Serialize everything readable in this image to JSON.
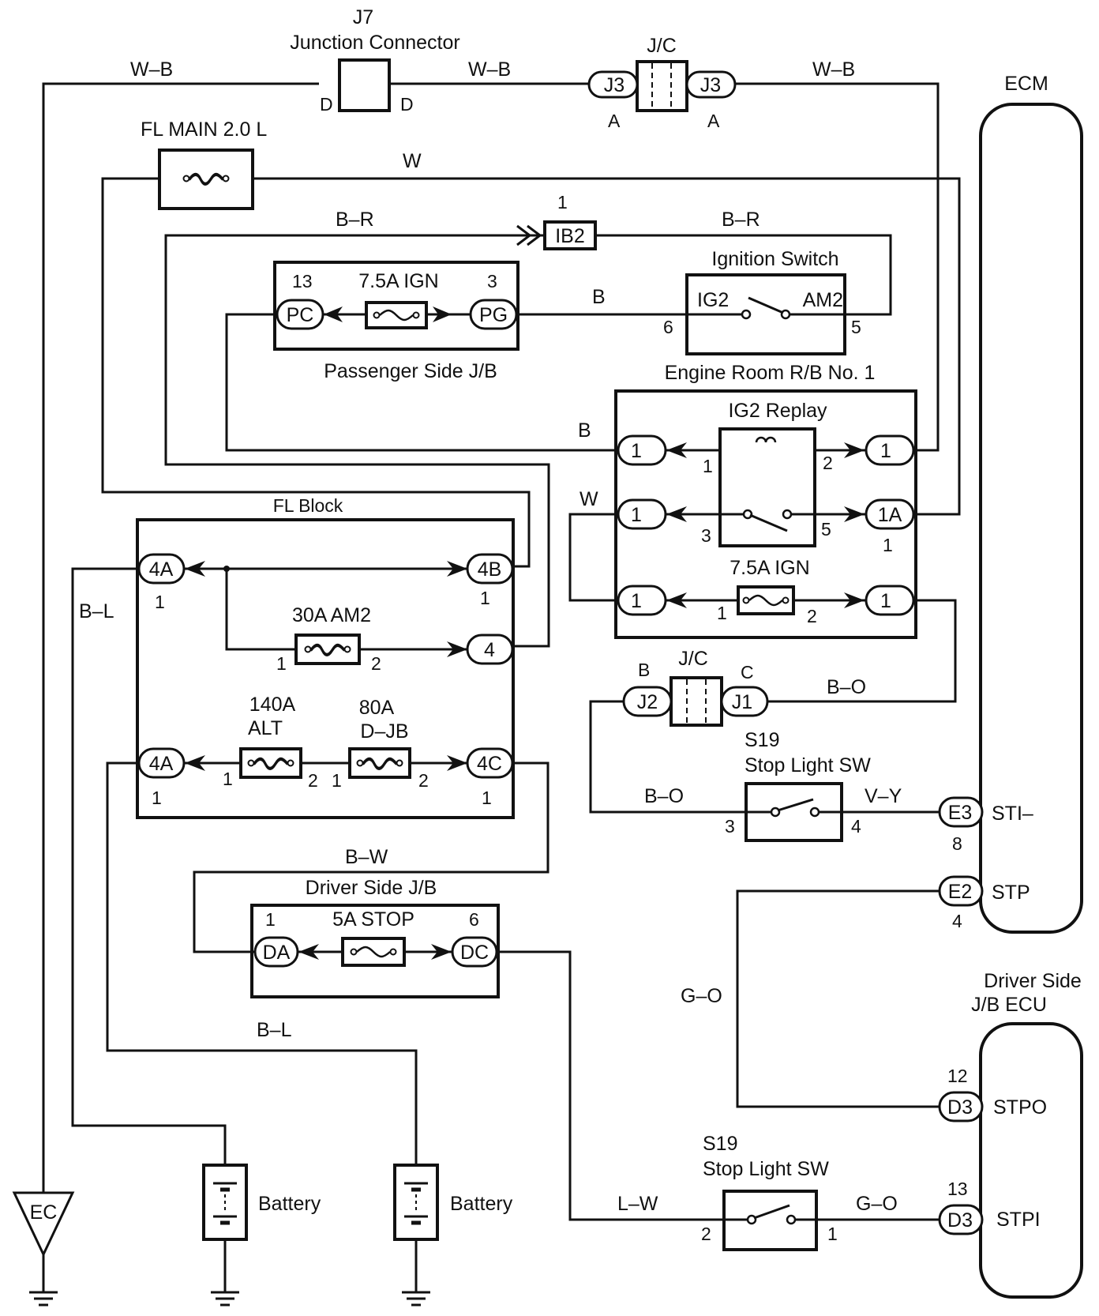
{
  "labels": {
    "j7_id": "J7",
    "j7_title": "Junction Connector",
    "jc_top": "J/C",
    "jc_mid": "J/C",
    "ecm": "ECM",
    "fl_main": "FL MAIN 2.0 L",
    "ign_sw": "Ignition Switch",
    "psjb": "Passenger Side J/B",
    "er_rb": "Engine Room R/B No. 1",
    "ig2_relay": "IG2 Replay",
    "ign75_er": "7.5A IGN",
    "ign75_p": "7.5A IGN",
    "fl_block": "FL Block",
    "am2_fuse": "30A AM2",
    "alt_a": "140A",
    "alt_b": "ALT",
    "djb_a": "80A",
    "djb_b": "D–JB",
    "s19_a_id": "S19",
    "s19_a_name": "Stop Light SW",
    "s19_b_id": "S19",
    "s19_b_name": "Stop Light SW",
    "dsjb": "Driver Side J/B",
    "stop_fuse": "5A STOP",
    "dsjb_ecu_a": "Driver Side",
    "dsjb_ecu_b": "J/B ECU",
    "battery_1": "Battery",
    "battery_2": "Battery",
    "ec": "EC"
  },
  "wires": {
    "wb1": "W–B",
    "wb2": "W–B",
    "wb3": "W–B",
    "w1": "W",
    "br1": "B–R",
    "br2": "B–R",
    "b1": "B",
    "b2": "B",
    "w2": "W",
    "bl1": "B–L",
    "bl2": "B–L",
    "bo1": "B–O",
    "bo2": "B–O",
    "vy": "V–Y",
    "go1": "G–O",
    "go2": "G–O",
    "bw": "B–W",
    "lw": "L–W"
  },
  "connectors": {
    "j3": "J3",
    "ib2": "IB2",
    "pc": "PC",
    "pg": "PG",
    "one": "1",
    "one_a": "1A",
    "fl4a": "4A",
    "fl4b": "4B",
    "fl4": "4",
    "fl4c": "4C",
    "j2": "J2",
    "j1": "J1",
    "e3": "E3",
    "e2": "E2",
    "d3": "D3",
    "da": "DA",
    "dc": "DC"
  },
  "terminals": {
    "ig2": "IG2",
    "am2": "AM2",
    "sti": "STI–",
    "stp": "STP",
    "stpo": "STPO",
    "stpi": "STPI"
  },
  "pins": {
    "j7_d": "D",
    "j3_a": "A",
    "ib2_1": "1",
    "pc_13": "13",
    "pg_3": "3",
    "sw_6": "6",
    "sw_5": "5",
    "r1": "1",
    "r2": "2",
    "r3": "3",
    "r5": "5",
    "f1": "1",
    "f2": "2",
    "c1": "1",
    "jc_b": "B",
    "jc_c": "C",
    "s3": "3",
    "s4": "4",
    "e3_8": "8",
    "e2_4": "4",
    "d3_12": "12",
    "d3_13": "13",
    "da_1": "1",
    "dc_6": "6"
  }
}
